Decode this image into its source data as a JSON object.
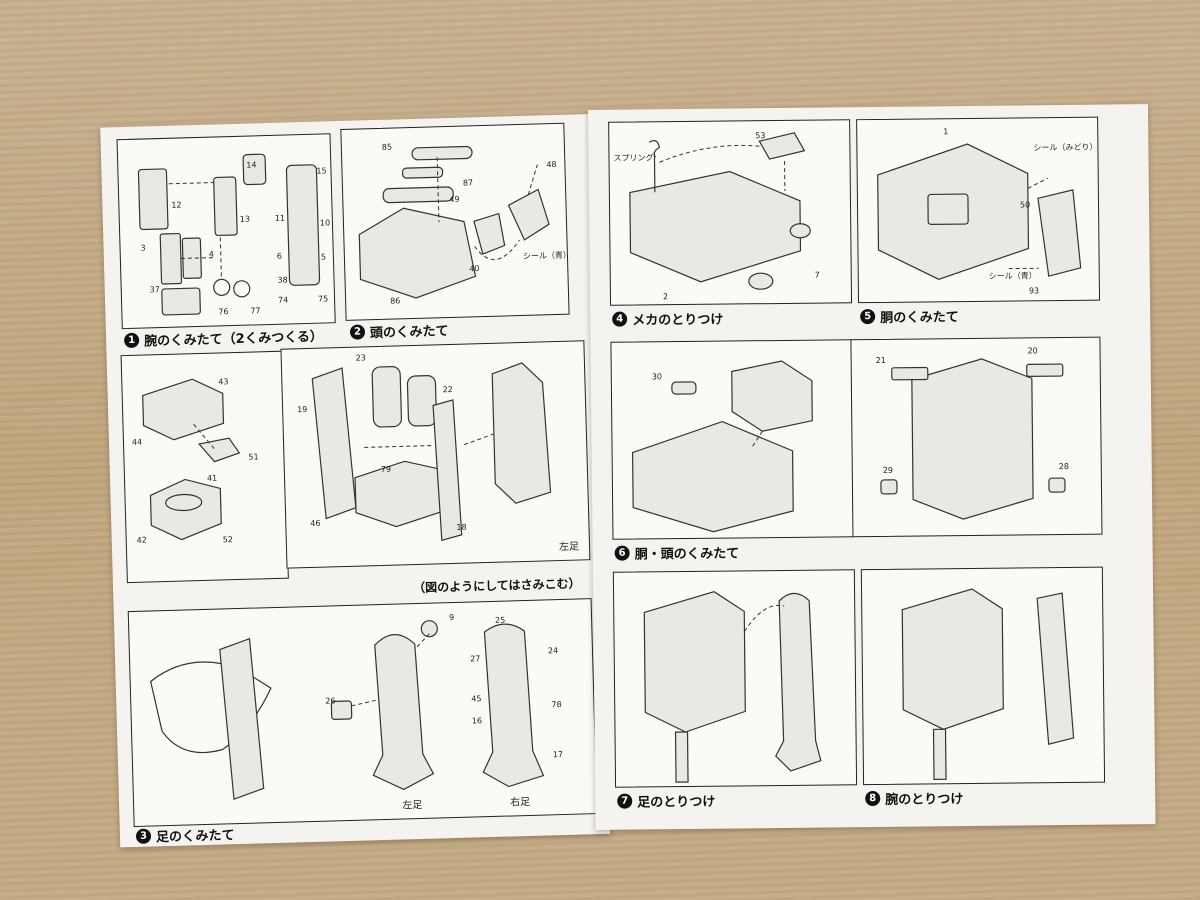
{
  "steps": [
    {
      "num": "1",
      "label": "腕のくみたて（2くみつくる）"
    },
    {
      "num": "2",
      "label": "頭のくみたて"
    },
    {
      "num": "3",
      "label": "足のくみたて"
    },
    {
      "num": "4",
      "label": "メカのとりつけ"
    },
    {
      "num": "5",
      "label": "胴のくみたて"
    },
    {
      "num": "6",
      "label": "胴・頭のくみたて"
    },
    {
      "num": "7",
      "label": "足のとりつけ"
    },
    {
      "num": "8",
      "label": "腕のとりつけ"
    }
  ],
  "notes": {
    "insert_note": "（図のようにしてはさみこむ）",
    "left_foot": "左足",
    "right_foot": "右足",
    "spring": "スプリング",
    "seal_blue": "シール（青）",
    "seal_green": "シール（みどり）"
  },
  "part_numbers": {
    "p1": [
      "14",
      "15",
      "12",
      "13",
      "11",
      "10",
      "3",
      "4",
      "6",
      "5",
      "37",
      "38",
      "76",
      "77",
      "74",
      "75"
    ],
    "p2": [
      "85",
      "87",
      "49",
      "48",
      "40",
      "86"
    ],
    "p4": [
      "53",
      "7",
      "2"
    ],
    "p5": [
      "1",
      "50",
      "93"
    ],
    "p3a": [
      "43",
      "44",
      "51",
      "41",
      "42",
      "52"
    ],
    "p3b": [
      "23",
      "22",
      "19",
      "79",
      "46",
      "18"
    ],
    "p6a": [
      "30"
    ],
    "p6b": [
      "21",
      "20",
      "29",
      "28"
    ],
    "p3c": [
      "9",
      "26",
      "25",
      "27",
      "45",
      "16",
      "24",
      "78",
      "17"
    ]
  }
}
